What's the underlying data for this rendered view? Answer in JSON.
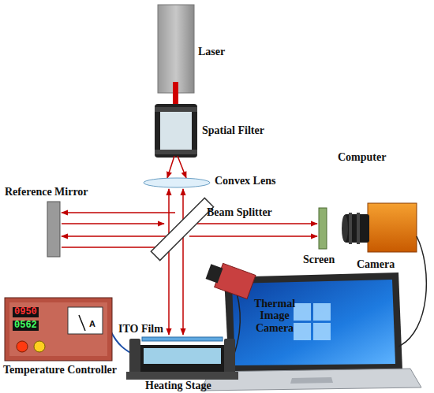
{
  "diagram": {
    "labels": [
      "Laser",
      "Spatial Filter",
      "Computer",
      "Convex Lens",
      "Reference Mirror",
      "Beam Splitter",
      "Screen",
      "Camera",
      "0950",
      "0562",
      "A",
      "ITO Film",
      "Thermal Image Camera",
      "Temperature Controller",
      "Heating Stage"
    ]
  }
}
